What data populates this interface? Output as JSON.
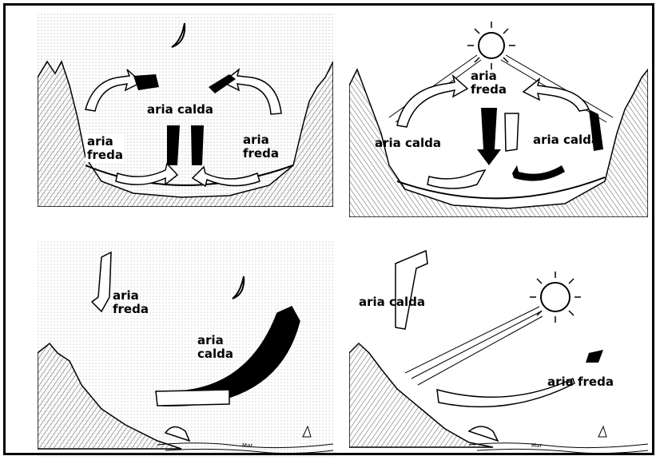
{
  "panels": [
    {
      "id": "night-valley",
      "labels": {
        "warm_center": "aria calda",
        "cold_left": [
          "aria",
          "freda"
        ],
        "cold_right": [
          "aria",
          "freda"
        ]
      }
    },
    {
      "id": "day-valley",
      "labels": {
        "cold_center": [
          "aria",
          "freda"
        ],
        "warm_left": "aria calda",
        "warm_right": "aria calda"
      }
    },
    {
      "id": "night-coast",
      "labels": {
        "cold": [
          "aria",
          "freda"
        ],
        "warm": [
          "aria",
          "calda"
        ]
      },
      "sea_text": "Mar"
    },
    {
      "id": "day-coast",
      "labels": {
        "warm": "aria calda",
        "cold": "aria freda"
      },
      "sea_text": "Mar"
    }
  ],
  "colors": {
    "ink": "#000000",
    "paper": "#ffffff",
    "hatch": "#9a9a9a"
  }
}
